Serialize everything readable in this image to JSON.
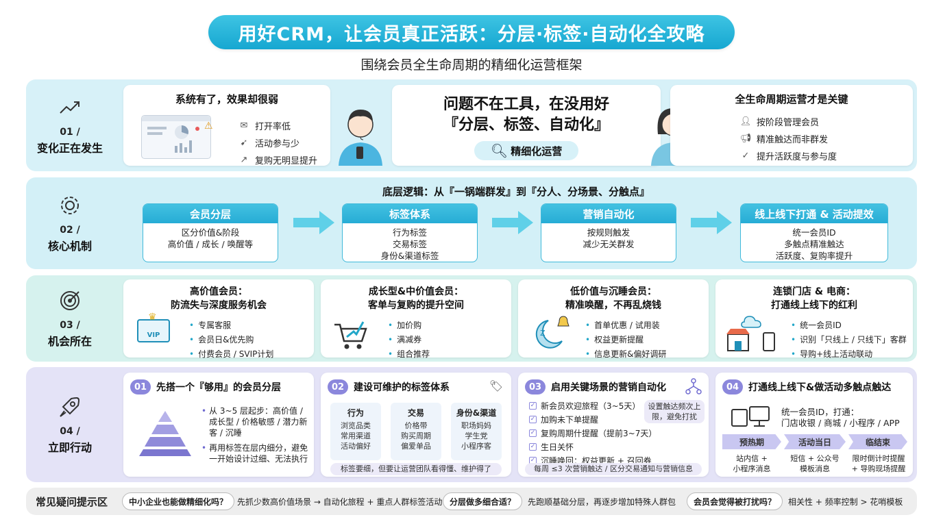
{
  "title": "用好CRM，让会员真正活跃：分层·标签·自动化全攻略",
  "subtitle": "围绕会员全生命周期的精细化运营框架",
  "colors": {
    "accent": "#16a7d1",
    "row1": "#d7f1f8",
    "row2": "#d3f0f7",
    "row3": "#d6f2ee",
    "row4": "#e4e3f7",
    "purple": "#8b87dc"
  },
  "row1": {
    "num": "01 /",
    "label": "变化正在发生",
    "icon": "trend-up-icon",
    "left": {
      "title": "系统有了，效果却很弱",
      "items": [
        {
          "icon": "mail-icon",
          "text": "打开率低"
        },
        {
          "icon": "cursor-icon",
          "text": "活动参与少"
        },
        {
          "icon": "trend-line-icon",
          "text": "复购无明显提升"
        }
      ]
    },
    "center": {
      "line1": "问题不在工具，在没用好",
      "line2": "『分层、标签、自动化』",
      "tag": "精细化运营"
    },
    "right": {
      "title": "全生命周期运营才是关键",
      "items": [
        {
          "icon": "users-icon",
          "text": "按阶段管理会员"
        },
        {
          "icon": "megaphone-icon",
          "text": "精准触达而非群发"
        },
        {
          "icon": "check-circle-icon",
          "text": "提升活跃度与参与度"
        }
      ]
    }
  },
  "row2": {
    "num": "02 /",
    "label": "核心机制",
    "icon": "gear-icon",
    "heading": "底层逻辑：从『一锅端群发』到『分人、分场景、分触点』",
    "boxes": [
      {
        "title": "会员分层",
        "lines": [
          "区分价值&阶段",
          "高价值 / 成长 / 唤醒等"
        ]
      },
      {
        "title": "标签体系",
        "lines": [
          "行为标签",
          "交易标签",
          "身份&渠道标签"
        ]
      },
      {
        "title": "营销自动化",
        "lines": [
          "按规则触发",
          "减少无关群发"
        ]
      },
      {
        "title": "线上线下打通 & 活动提效",
        "lines": [
          "统一会员ID",
          "多触点精准触达",
          "活跃度、复购率提升"
        ]
      }
    ]
  },
  "row3": {
    "num": "03 /",
    "label": "机会所在",
    "icon": "target-icon",
    "cards": [
      {
        "title1": "高价值会员：",
        "title2": "防流失与深度服务机会",
        "icon": "vip-crown-icon",
        "items": [
          "专属客服",
          "会员日&优先购",
          "付费会员 / SVIP计划"
        ]
      },
      {
        "title1": "成长型&中价值会员：",
        "title2": "客单与复购的提升空间",
        "icon": "cart-up-icon",
        "items": [
          "加价购",
          "满减券",
          "组合推荐"
        ]
      },
      {
        "title1": "低价值与沉睡会员：",
        "title2": "精准唤醒，不再乱烧钱",
        "icon": "moon-bell-icon",
        "items": [
          "首单优惠 / 试用装",
          "权益更新提醒",
          "信息更新&偏好调研"
        ]
      },
      {
        "title1": "连锁门店 & 电商：",
        "title2": "打通线上线下的红利",
        "icon": "store-cloud-icon",
        "items": [
          "统一会员ID",
          "识别「只线上 / 只线下」客群",
          "导购+线上活动联动"
        ]
      }
    ]
  },
  "row4": {
    "num": "04 /",
    "label": "立即行动",
    "icon": "rocket-icon",
    "a1": {
      "num": "01",
      "title": "先搭一个『够用』的会员分层",
      "b1": "从 3~5 层起步：高价值 / 成长型 / 价格敏感 / 潜力新客 / 沉睡",
      "b2": "再用标签在层内细分，避免一开始设计过细、无法执行"
    },
    "a2": {
      "num": "02",
      "title": "建设可维护的标签体系",
      "cols": [
        {
          "h": "行为",
          "b": [
            "浏览品类",
            "常用渠道",
            "活动偏好"
          ]
        },
        {
          "h": "交易",
          "b": [
            "价格带",
            "购买周期",
            "偏爱单品"
          ]
        },
        {
          "h": "身份&渠道",
          "b": [
            "职场妈妈",
            "学生党",
            "小程序客"
          ]
        }
      ],
      "note": "标签要细，但要让运营团队看得懂、维护得了"
    },
    "a3": {
      "num": "03",
      "title": "启用关键场景的营销自动化",
      "items": [
        "新会员欢迎旅程（3~5天）",
        "加购未下单提醒",
        "复购周期什提醒（提前3~7天）",
        "生日关怀",
        "沉睡唤回：权益更新 + 召回券"
      ],
      "bubble": "设置触达频次上限，避免打扰",
      "note": "每周 ≤3 次营销触达 / 区分交易通知与营销信息"
    },
    "a4": {
      "num": "04",
      "title": "打通线上线下&做活动多触点触达",
      "line1": "统一会员ID，打通：",
      "line2": "门店收银 / 商城 / 小程序 / APP",
      "stages": [
        "预热期",
        "活动当日",
        "临结束"
      ],
      "sub": [
        [
          "站内信 +",
          "小程序消息"
        ],
        [
          "短信 + 公众号",
          "模板消息"
        ],
        [
          "限时倒计时提醒",
          "+ 导购现场提醒"
        ]
      ]
    }
  },
  "faq": {
    "label": "常见疑问提示区",
    "items": [
      {
        "q": "中小企业也能做精细化吗？",
        "a": "先抓少数高价值场景 → 自动化旅程 + 重点人群标签活动"
      },
      {
        "q": "分层做多细合适？",
        "a": "先跑顺基础分层，再逐步增加特殊人群包"
      },
      {
        "q": "会员会觉得被打扰吗？",
        "a": "相关性 + 频率控制 > 花哨模板"
      }
    ]
  }
}
